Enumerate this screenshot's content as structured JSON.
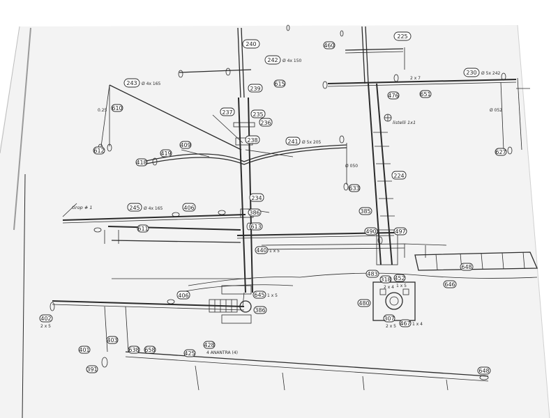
{
  "colors": {
    "background": "#ffffff",
    "paper": "#f3f3f3",
    "line": "#2a2a2a"
  },
  "callouts": {
    "c240": "240",
    "c225": "225",
    "c242": "242",
    "c242_spec": "Ø 4x 150",
    "c230": "230",
    "c230_spec": "Ø 5x 242",
    "c243": "243",
    "c243_spec": "Ø 4x 165",
    "c239": "239",
    "c237": "237",
    "c235": "235",
    "c236": "236",
    "c238": "238",
    "c241": "241",
    "c241_spec": "Ø 5x 205",
    "c234": "234",
    "c224": "224",
    "c245": "245",
    "c245_spec": "Ø 4x 165",
    "c406a": "406",
    "c406b": "406",
    "c386a": "386",
    "c386b": "386",
    "c385": "385",
    "c613": "613",
    "c440": "440",
    "c490": "490",
    "c497": "497",
    "c648a": "648",
    "c648b": "648",
    "c646": "646",
    "c480": "480",
    "c483": "483",
    "c318": "318",
    "c452": "452",
    "c307": "307",
    "c467": "467",
    "c645": "645",
    "c402": "402",
    "c401": "401",
    "c403": "403",
    "c391": "391",
    "c638": "638",
    "c658": "658",
    "c425": "425",
    "c428": "428",
    "c460": "460",
    "c633": "633",
    "c418": "418",
    "c409": "409",
    "c419": "419",
    "c611": "611",
    "c612": "612",
    "c615": "615",
    "c476": "476",
    "c651": "651",
    "c627": "627",
    "c610": "610"
  },
  "annotations": {
    "listelli": "listelli 1x1",
    "grop": "Grop # 1",
    "anantra": "4 ANANTRA (4)",
    "size_2x5_a": "2 x 5",
    "size_2x5_b": "2 x 5",
    "size_2x4": "2 x 4",
    "size_1x4": "1 x 4",
    "size_1x5_a": "1 x 5",
    "size_1x5_b": "1 x 5",
    "size_1x5_c": "1 x 5",
    "size_2x7": "2 x 7",
    "dia_050": "Ø 050",
    "dia_025": "0.25",
    "dia_052": "Ø 052"
  }
}
